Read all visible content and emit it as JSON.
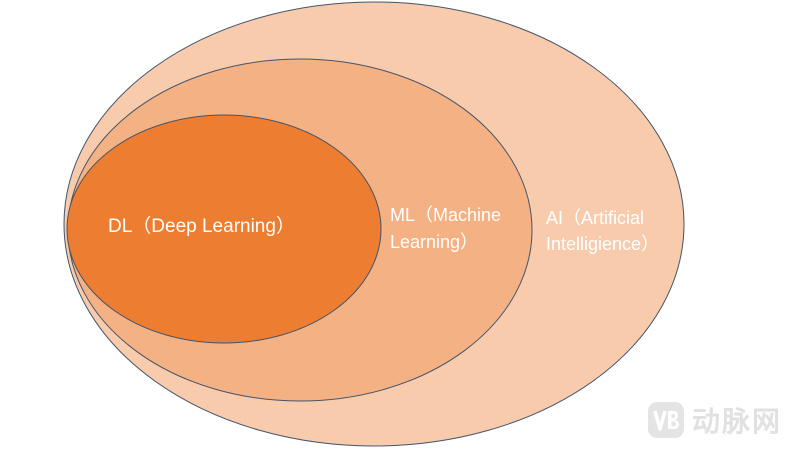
{
  "diagram": {
    "sets": [
      {
        "id": "ai",
        "lines": [
          "AI（Artificial",
          "Intelligience）"
        ],
        "color": "#F8CBAD"
      },
      {
        "id": "ml",
        "lines": [
          "ML（Machine",
          "Learning）"
        ],
        "color": "#F4B183"
      },
      {
        "id": "dl",
        "lines": [
          "DL（Deep Learning）"
        ],
        "color": "#ED7D31"
      }
    ],
    "outline_color": "#44546A"
  },
  "watermark": {
    "logo_icon": "vb-logo-icon",
    "text": "动脉网"
  }
}
